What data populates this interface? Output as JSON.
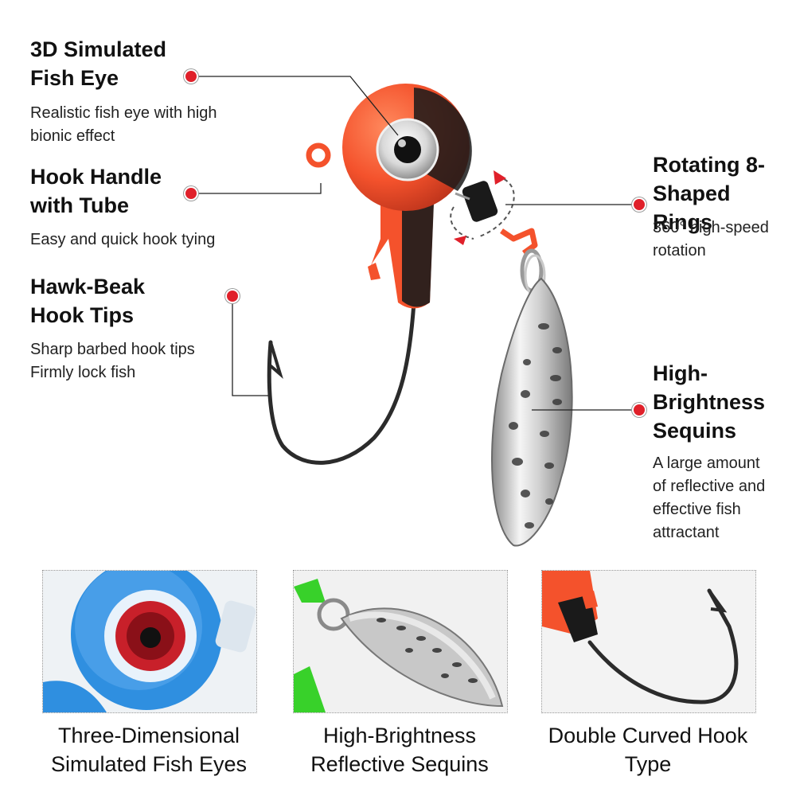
{
  "features": {
    "eye": {
      "title": "3D Simulated\nFish Eye",
      "desc": "Realistic fish eye with high\nbionic effect"
    },
    "handle": {
      "title": "Hook Handle\nwith Tube",
      "desc": "Easy and quick hook tying"
    },
    "hawk": {
      "title": "Hawk-Beak\nHook Tips",
      "desc": "Sharp barbed hook tips\nFirmly lock fish"
    },
    "rings": {
      "title": "Rotating 8-\nShaped Rings",
      "desc": "360° high-speed\nrotation"
    },
    "sequins": {
      "title": "High-\nBrightness\nSequins",
      "desc": "A large amount\nof reflective and\neffective fish\nattractant"
    }
  },
  "captions": [
    "Three-Dimensional\nSimulated Fish Eyes",
    "High-Brightness\nReflective Sequins",
    "Double Curved Hook\nType"
  ],
  "colors": {
    "callout_dot": "#e0202a",
    "jig_orange": "#f4522c",
    "jig_black": "#1a1a1a",
    "thumb_blue": "#2f8fe0",
    "thumb_green": "#38d12a"
  }
}
